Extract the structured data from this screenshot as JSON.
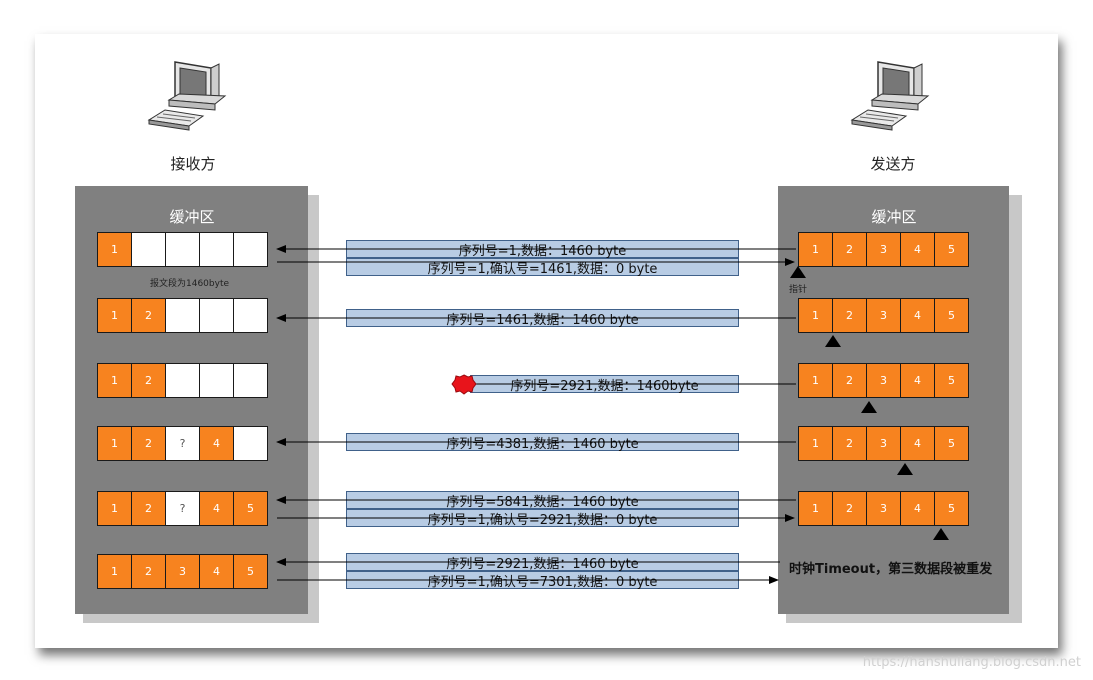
{
  "receiver": {
    "label": "接收方",
    "buffer_title": "缓冲区",
    "note": "报文段为1460byte"
  },
  "sender": {
    "label": "发送方",
    "buffer_title": "缓冲区",
    "pointer_label": "指针",
    "timeout_text": "时钟Timeout，第三数据段被重发"
  },
  "receiver_rows": [
    [
      "1",
      "",
      "",
      "",
      ""
    ],
    [
      "1",
      "2",
      "",
      "",
      ""
    ],
    [
      "1",
      "2",
      "",
      "",
      ""
    ],
    [
      "1",
      "2",
      "?",
      "4",
      ""
    ],
    [
      "1",
      "2",
      "?",
      "4",
      "5"
    ],
    [
      "1",
      "2",
      "3",
      "4",
      "5"
    ]
  ],
  "sender_cells": [
    "1",
    "2",
    "3",
    "4",
    "5"
  ],
  "sender_pointer_index": [
    0,
    1,
    2,
    3,
    4
  ],
  "messages": [
    {
      "text": "序列号=1,数据：1460 byte",
      "direction": "to-receiver"
    },
    {
      "text": "序列号=1,确认号=1461,数据：0 byte",
      "direction": "to-sender"
    },
    {
      "text": "序列号=1461,数据：1460 byte",
      "direction": "to-receiver"
    },
    {
      "text": "序列号=2921,数据：1460byte",
      "direction": "lost"
    },
    {
      "text": "序列号=4381,数据：1460 byte",
      "direction": "to-receiver"
    },
    {
      "text": "序列号=5841,数据：1460 byte",
      "direction": "to-receiver"
    },
    {
      "text": "序列号=1,确认号=2921,数据：0 byte",
      "direction": "to-sender"
    },
    {
      "text": "序列号=2921,数据：1460 byte",
      "direction": "to-receiver"
    },
    {
      "text": "序列号=1,确认号=7301,数据：0 byte",
      "direction": "to-sender"
    }
  ],
  "colors": {
    "filled": "#f7831f",
    "message_bg": "#b8cce4",
    "panel": "#808080",
    "lost": "#e8141b"
  },
  "watermark": "https://hanshuliang.blog.csdn.net"
}
